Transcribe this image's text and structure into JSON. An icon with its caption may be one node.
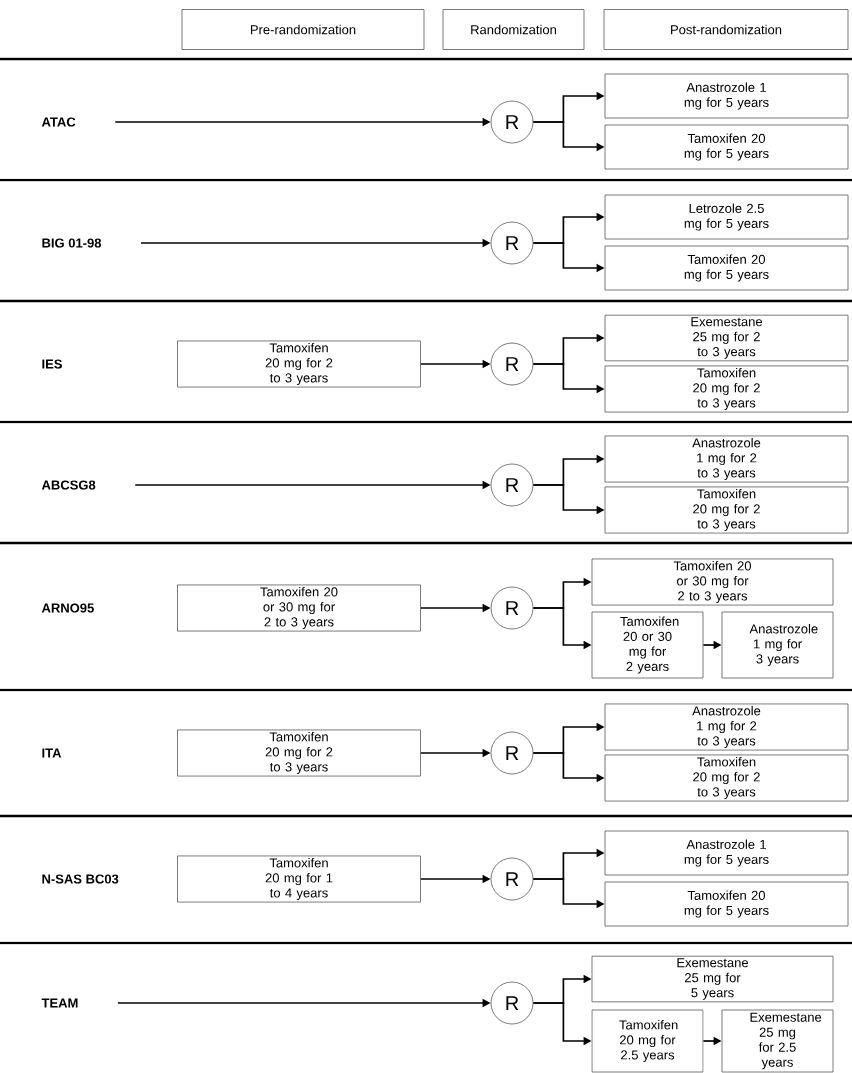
{
  "diagram": {
    "nodes": [
      {
        "text": [
          "Pre-randomization"
        ]
      },
      {
        "text": [
          "Randomization"
        ]
      },
      {
        "text": [
          "Post-randomization"
        ]
      },
      {
        "text": [
          "ATAC"
        ]
      },
      {
        "text": [
          "R"
        ]
      },
      {
        "text": [
          "Anastrozole 1 mg for 5 years"
        ]
      },
      {
        "text": [
          "Tamoxifen 20 mg for 5 years"
        ]
      },
      {
        "text": [
          "BIG 01-98"
        ]
      },
      {
        "text": [
          "R"
        ]
      },
      {
        "text": [
          "Letrozole 2.5 mg for 5 years"
        ]
      },
      {
        "text": [
          "Tamoxifen 20 mg for 5 years"
        ]
      },
      {
        "text": [
          "IES"
        ]
      },
      {
        "text": [
          "Tamoxifen 20 mg for 2 to 3 years"
        ]
      },
      {
        "text": [
          "R"
        ]
      },
      {
        "text": [
          "Exemestane 25 mg for 2 to 3 years"
        ]
      },
      {
        "text": [
          "Tamoxifen 20 mg for 2 to 3 years"
        ]
      },
      {
        "text": [
          "ABCSG8"
        ]
      },
      {
        "text": [
          "R"
        ]
      },
      {
        "text": [
          "Anastrozole 1 mg for 2 to 3 years"
        ]
      },
      {
        "text": [
          "Tamoxifen 20 mg for 2 to 3 years"
        ]
      },
      {
        "text": [
          "ARNO95"
        ]
      },
      {
        "text": [
          "Tamoxifen 20 or 30 mg for 2 to 3 years"
        ]
      },
      {
        "text": [
          "R"
        ]
      },
      {
        "text": [
          "Tamoxifen 20 or 30 mg for 2 to 3 years"
        ]
      },
      {
        "text": [
          "Tamoxifen 20 or 30 mg for 2 years"
        ]
      },
      {
        "text": [
          "Anastrozole 1 mg for 3 years"
        ]
      },
      {
        "text": [
          "ITA"
        ]
      },
      {
        "text": [
          "Tamoxifen 20 mg for 2 to 3 years"
        ]
      },
      {
        "text": [
          "R"
        ]
      },
      {
        "text": [
          "Anastrozole 1 mg for 2 to 3 years"
        ]
      },
      {
        "text": [
          "Tamoxifen 20 mg for 2 to 3 years"
        ]
      },
      {
        "text": [
          "N-SAS BC03"
        ]
      },
      {
        "text": [
          "Tamoxifen 20 mg for 1 to 4 years"
        ]
      },
      {
        "text": [
          "R"
        ]
      },
      {
        "text": [
          "Anastrozole 1 mg for 5 years"
        ]
      },
      {
        "text": [
          "Tamoxifen 20 mg for 5 years"
        ]
      },
      {
        "text": [
          "TEAM"
        ]
      },
      {
        "text": [
          "R"
        ]
      },
      {
        "text": [
          "Exemestane 25 mg for 5 years"
        ]
      },
      {
        "text": [
          "Tamoxifen 20 mg for 2.5 years"
        ]
      },
      {
        "text": [
          "Exemestane 25 mg for 2.5 years"
        ]
      }
    ],
    "edges": [
      {
        "from": 3,
        "to": 4,
        "arrow": "to"
      },
      {
        "from": 4,
        "to": 5,
        "arrow": "to"
      },
      {
        "from": 4,
        "to": 6,
        "arrow": "to"
      },
      {
        "from": 7,
        "to": 8,
        "arrow": "to"
      },
      {
        "from": 8,
        "to": 9,
        "arrow": "to"
      },
      {
        "from": 8,
        "to": 10,
        "arrow": "to"
      },
      {
        "from": 12,
        "to": 13,
        "arrow": "to"
      },
      {
        "from": 13,
        "to": 14,
        "arrow": "to"
      },
      {
        "from": 13,
        "to": 15,
        "arrow": "to"
      },
      {
        "from": 16,
        "to": 17,
        "arrow": "to"
      },
      {
        "from": 17,
        "to": 18,
        "arrow": "to"
      },
      {
        "from": 17,
        "to": 19,
        "arrow": "to"
      },
      {
        "from": 21,
        "to": 22,
        "arrow": "to"
      },
      {
        "from": 22,
        "to": 23,
        "arrow": "to"
      },
      {
        "from": 22,
        "to": 24,
        "arrow": "to"
      },
      {
        "from": 24,
        "to": 25,
        "arrow": "to"
      },
      {
        "from": 27,
        "to": 28,
        "arrow": "to"
      },
      {
        "from": 28,
        "to": 29,
        "arrow": "to"
      },
      {
        "from": 28,
        "to": 30,
        "arrow": "to"
      },
      {
        "from": 32,
        "to": 33,
        "arrow": "to"
      },
      {
        "from": 33,
        "to": 34,
        "arrow": "to"
      },
      {
        "from": 33,
        "to": 35,
        "arrow": "to"
      },
      {
        "from": 36,
        "to": 37,
        "arrow": "to"
      },
      {
        "from": 37,
        "to": 38,
        "arrow": "to"
      },
      {
        "from": 37,
        "to": 39,
        "arrow": "to"
      },
      {
        "from": 39,
        "to": 40,
        "arrow": "to"
      }
    ]
  }
}
